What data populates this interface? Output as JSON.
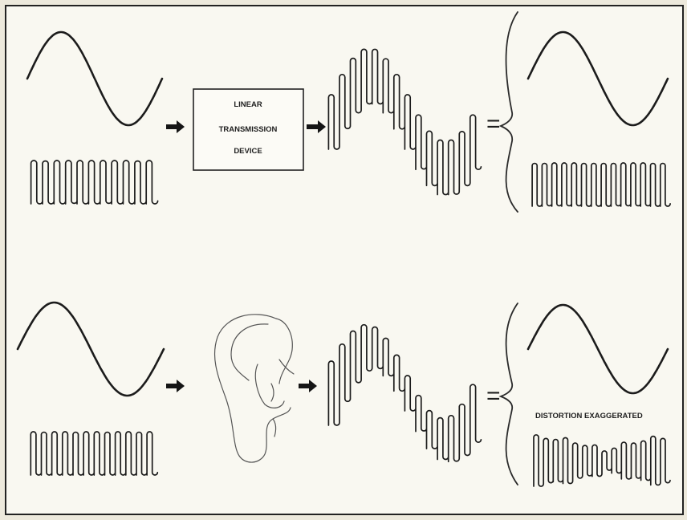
{
  "device": {
    "line1": "LINEAR",
    "line2": "TRANSMISSION",
    "line3": "DEVICE"
  },
  "equals_sign": "=",
  "distortion_note": "DISTORTION EXAGGERATED",
  "icons": {
    "arrow": "right-arrow-icon",
    "ear": "ear-icon",
    "brace": "curly-brace-icon"
  },
  "colors": {
    "ink": "#1c1c1c",
    "paper": "#f9f8f1"
  }
}
